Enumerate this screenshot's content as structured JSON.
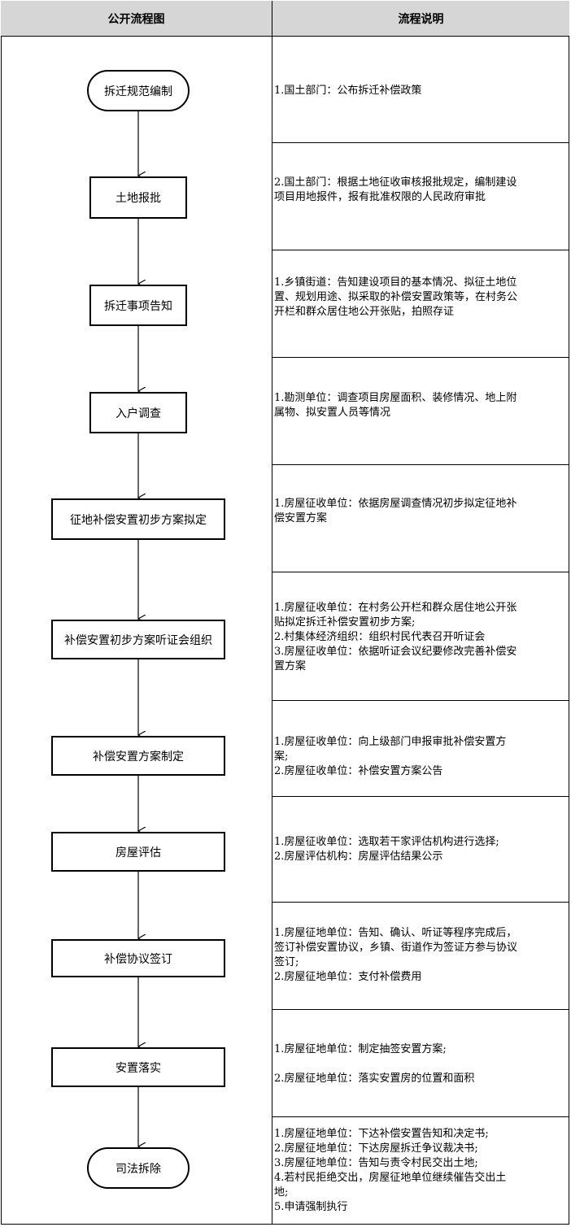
{
  "headers": {
    "flow": "公开流程图",
    "desc": "流程说明"
  },
  "nodes": [
    "拆迁规范编制",
    "土地报批",
    "拆迁事项告知",
    "入户调查",
    "征地补偿安置初步方案拟定",
    "补偿安置初步方案听证会组织",
    "补偿安置方案制定",
    "房屋评估",
    "补偿协议签订",
    "安置落实",
    "司法拆除"
  ],
  "descriptions": [
    "1.国土部门：公布拆迁补偿政策",
    "2.国土部门：根据土地征收审核报批规定，编制建设\n项目用地报件，报有批准权限的人民政府审批",
    "1.乡镇街道：告知建设项目的基本情况、拟征土地位\n置、规划用途、拟采取的补偿安置政策等，在村务公\n开栏和群众居住地公开张贴，拍照存证",
    "1.勘测单位：调查项目房屋面积、装修情况、地上附\n属物、拟安置人员等情况",
    "1.房屋征收单位：依据房屋调查情况初步拟定征地补\n偿安置方案",
    "1.房屋征收单位：在村务公开栏和群众居住地公开张\n贴拟定拆迁补偿安置初步方案;\n2.村集体经济组织：组织村民代表召开听证会\n3.房屋征收单位：依据听证会议纪要修改完善补偿安\n置方案",
    "1.房屋征收单位：向上级部门申报审批补偿安置方\n案;\n2.房屋征收单位：补偿安置方案公告",
    "1.房屋征收单位：选取若干家评估机构进行选择;\n2.房屋评估机构：房屋评估结果公示",
    "1.房屋征地单位：告知、确认、听证等程序完成后，\n签订补偿安置协议，乡镇、街道作为签证方参与协议\n签订;\n2.房屋征地单位：支付补偿费用",
    "1.房屋征地单位：制定抽签安置方案;\n\n2.房屋征地单位：落实安置房的位置和面积",
    "1.房屋征地单位：下达补偿安置告知和决定书;\n2.房屋征地单位：下达房屋拆迁争议裁决书;\n3.房屋征地单位：告知与责令村民交出土地;\n4.若村民拒绝交出，房屋征地单位继续催告交出土\n地;\n5.申请强制执行"
  ]
}
